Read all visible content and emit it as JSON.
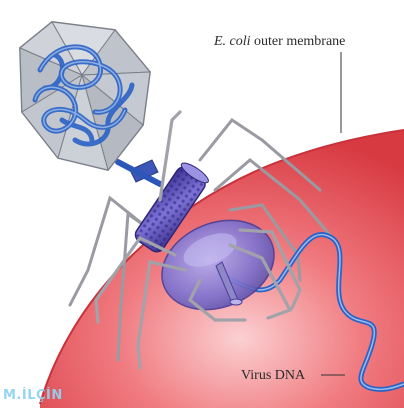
{
  "labels": {
    "membrane_species": "E. coli",
    "membrane_rest": "outer membrane",
    "dna": "Virus DNA"
  },
  "watermark": "M.İLÇİN",
  "colors": {
    "cell": "#e8474b",
    "cell_light": "#f6a0a4",
    "head_face": "#c8ccd4",
    "dna": "#2b63c6",
    "dna_dark": "#163f8c",
    "tail_sheath": "#5a4fb3",
    "baseplate": "#8a7ed6",
    "fibers": "#9a9aa2"
  }
}
